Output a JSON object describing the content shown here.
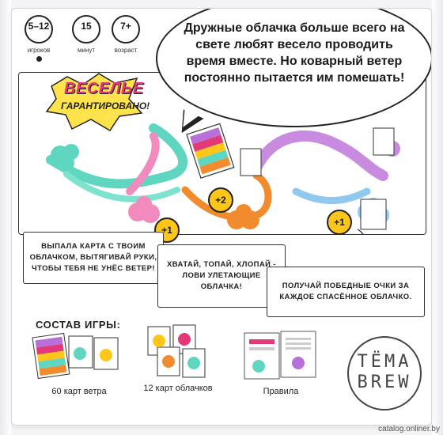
{
  "stats": [
    {
      "value": "5–12",
      "label": "игроков"
    },
    {
      "value": "15",
      "label": "минут"
    },
    {
      "value": "7+",
      "label": "возраст"
    }
  ],
  "bubble": {
    "text": "Дружные облачка больше всего на свете любят весело проводить время вместе. Но коварный ветер постоянно пытается им помешать!"
  },
  "badge": {
    "line1": "ВЕСЕЛЬЕ",
    "line2": "ГАРАНТИРОВАНО!"
  },
  "scores": [
    "+1",
    "+2",
    "+1"
  ],
  "steps": [
    "ВЫПАЛА КАРТА С ТВОИМ ОБЛАЧКОМ, ВЫТЯГИВАЙ РУКИ, ЧТОБЫ ТЕБЯ НЕ УНЁС ВЕТЕР!",
    "ХВАТАЙ, ТОПАЙ, ХЛОПАЙ - ЛОВИ УЛЕТАЮЩИЕ ОБЛАЧКА!",
    "ПОЛУЧАЙ ПОБЕДНЫЕ ОЧКИ ЗА КАЖДОЕ СПАСЁННОЕ ОБЛАЧКО."
  ],
  "contents": {
    "title": "СОСТАВ ИГРЫ:",
    "items": [
      {
        "label": "60 карт ветра"
      },
      {
        "label": "12 карт облачков"
      },
      {
        "label": "Правила"
      }
    ]
  },
  "brand": {
    "line1": "ТЁМА",
    "line2": "BREW"
  },
  "watermark": "catalog.onliner.by",
  "colors": {
    "pink": "#e23a78",
    "teal": "#5fd6c0",
    "orange": "#f28a2e",
    "purple": "#b86fd8",
    "blue": "#8fc9f0",
    "yellow": "#ffc61a"
  }
}
